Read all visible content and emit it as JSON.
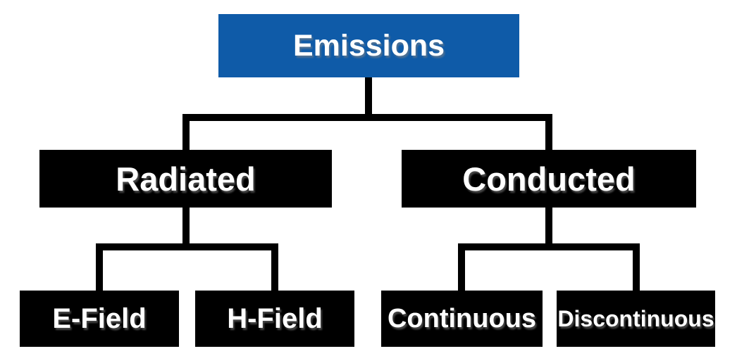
{
  "diagram": {
    "type": "tree",
    "root": {
      "label": "Emissions",
      "children": [
        {
          "label": "Radiated",
          "children": [
            {
              "label": "E-Field"
            },
            {
              "label": "H-Field"
            }
          ]
        },
        {
          "label": "Conducted",
          "children": [
            {
              "label": "Continuous"
            },
            {
              "label": "Discontinuous"
            }
          ]
        }
      ]
    },
    "colors": {
      "root_fill": "#0f5ba8",
      "node_fill": "#000000",
      "text": "#ffffff",
      "connector": "#000000",
      "background": "#ffffff"
    }
  }
}
